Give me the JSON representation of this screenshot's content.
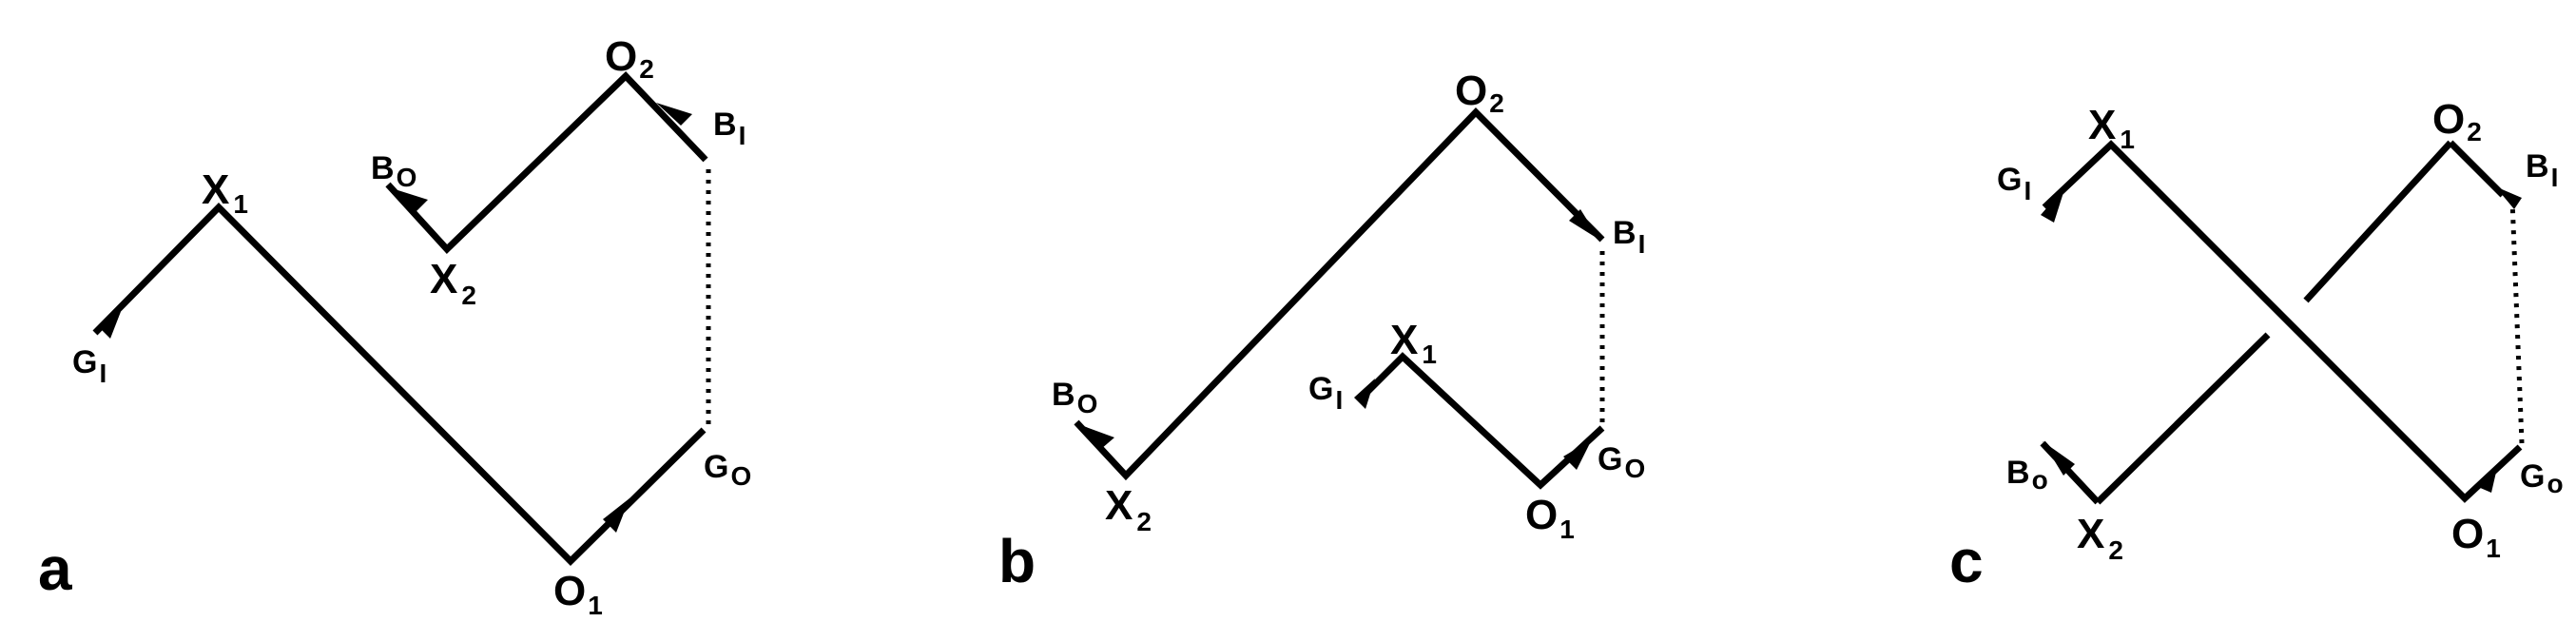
{
  "panels": {
    "a": {
      "letter": "a",
      "labels": {
        "X1": {
          "main": "X",
          "sub": "1"
        },
        "X2": {
          "main": "X",
          "sub": "2"
        },
        "O1": {
          "main": "O",
          "sub": "1"
        },
        "O2": {
          "main": "O",
          "sub": "2"
        },
        "GI": {
          "main": "G",
          "sub": "I"
        },
        "GO": {
          "main": "G",
          "sub": "O"
        },
        "BI": {
          "main": "B",
          "sub": "I"
        },
        "BO": {
          "main": "B",
          "sub": "O"
        }
      }
    },
    "b": {
      "letter": "b",
      "labels": {
        "X1": {
          "main": "X",
          "sub": "1"
        },
        "X2": {
          "main": "X",
          "sub": "2"
        },
        "O1": {
          "main": "O",
          "sub": "1"
        },
        "O2": {
          "main": "O",
          "sub": "2"
        },
        "GI": {
          "main": "G",
          "sub": "I"
        },
        "GO": {
          "main": "G",
          "sub": "O"
        },
        "BI": {
          "main": "B",
          "sub": "I"
        },
        "BO": {
          "main": "B",
          "sub": "O"
        }
      }
    },
    "c": {
      "letter": "c",
      "labels": {
        "X1": {
          "main": "X",
          "sub": "1"
        },
        "X2": {
          "main": "X",
          "sub": "2"
        },
        "O1": {
          "main": "O",
          "sub": "1"
        },
        "O2": {
          "main": "O",
          "sub": "2"
        },
        "GI": {
          "main": "G",
          "sub": "I"
        },
        "Go": {
          "main": "G",
          "sub": "o"
        },
        "BI": {
          "main": "B",
          "sub": "I"
        },
        "Bo": {
          "main": "B",
          "sub": "o"
        }
      }
    }
  },
  "colors": {
    "line": "#000000",
    "background": "#ffffff"
  }
}
